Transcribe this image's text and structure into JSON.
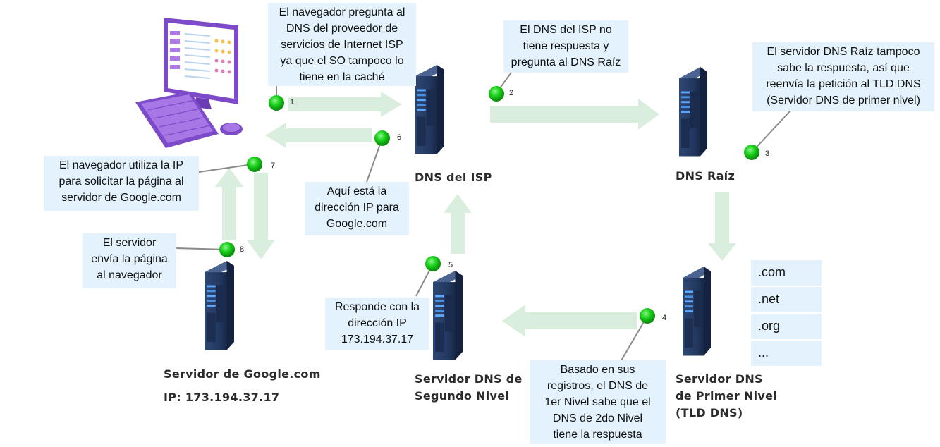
{
  "callouts": {
    "c1": [
      "El navegador pregunta al",
      "DNS del proveedor de",
      "servicios de Internet ISP",
      "ya que el SO tampoco lo",
      "tiene en la caché"
    ],
    "c2": [
      "El DNS del ISP no",
      "tiene respuesta y",
      "pregunta al DNS Raíz"
    ],
    "c3": [
      "El servidor DNS Raíz tampoco",
      "sabe la respuesta, así que",
      "reenvía la petición al TLD DNS",
      "(Servidor DNS de primer nivel)"
    ],
    "c4": [
      "Basado en sus",
      "registros, el DNS de",
      "1er Nivel sabe que el",
      "DNS de 2do Nivel",
      "tiene la respuesta"
    ],
    "c5": [
      "Responde con la",
      "dirección IP",
      "173.194.37.17"
    ],
    "c6": [
      "Aquí está la",
      "dirección IP para",
      "Google.com"
    ],
    "c7": [
      "El navegador utiliza la IP",
      "para solicitar la página al",
      "servidor de Google.com"
    ],
    "c8": [
      "El servidor",
      "envía la página",
      "al navegador"
    ]
  },
  "nodes": {
    "isp": [
      "DNS del ISP"
    ],
    "root": [
      "DNS Raíz"
    ],
    "tld": [
      "Servidor DNS",
      "de Primer Nivel",
      "(TLD DNS)"
    ],
    "second": [
      "Servidor DNS de",
      "Segundo Nivel"
    ],
    "google": [
      "Servidor de Google.com",
      "IP: 173.194.37.17"
    ]
  },
  "tld_list": [
    ".com",
    ".net",
    ".org",
    "..."
  ],
  "steps": [
    "1",
    "2",
    "3",
    "4",
    "5",
    "6",
    "7",
    "8"
  ],
  "colors": {
    "arrow": "#d9eedd",
    "dot": "#11c411",
    "callout_bg": "#e3f2fd",
    "server_body": "#23375e",
    "server_light": "#3f8fe0"
  }
}
